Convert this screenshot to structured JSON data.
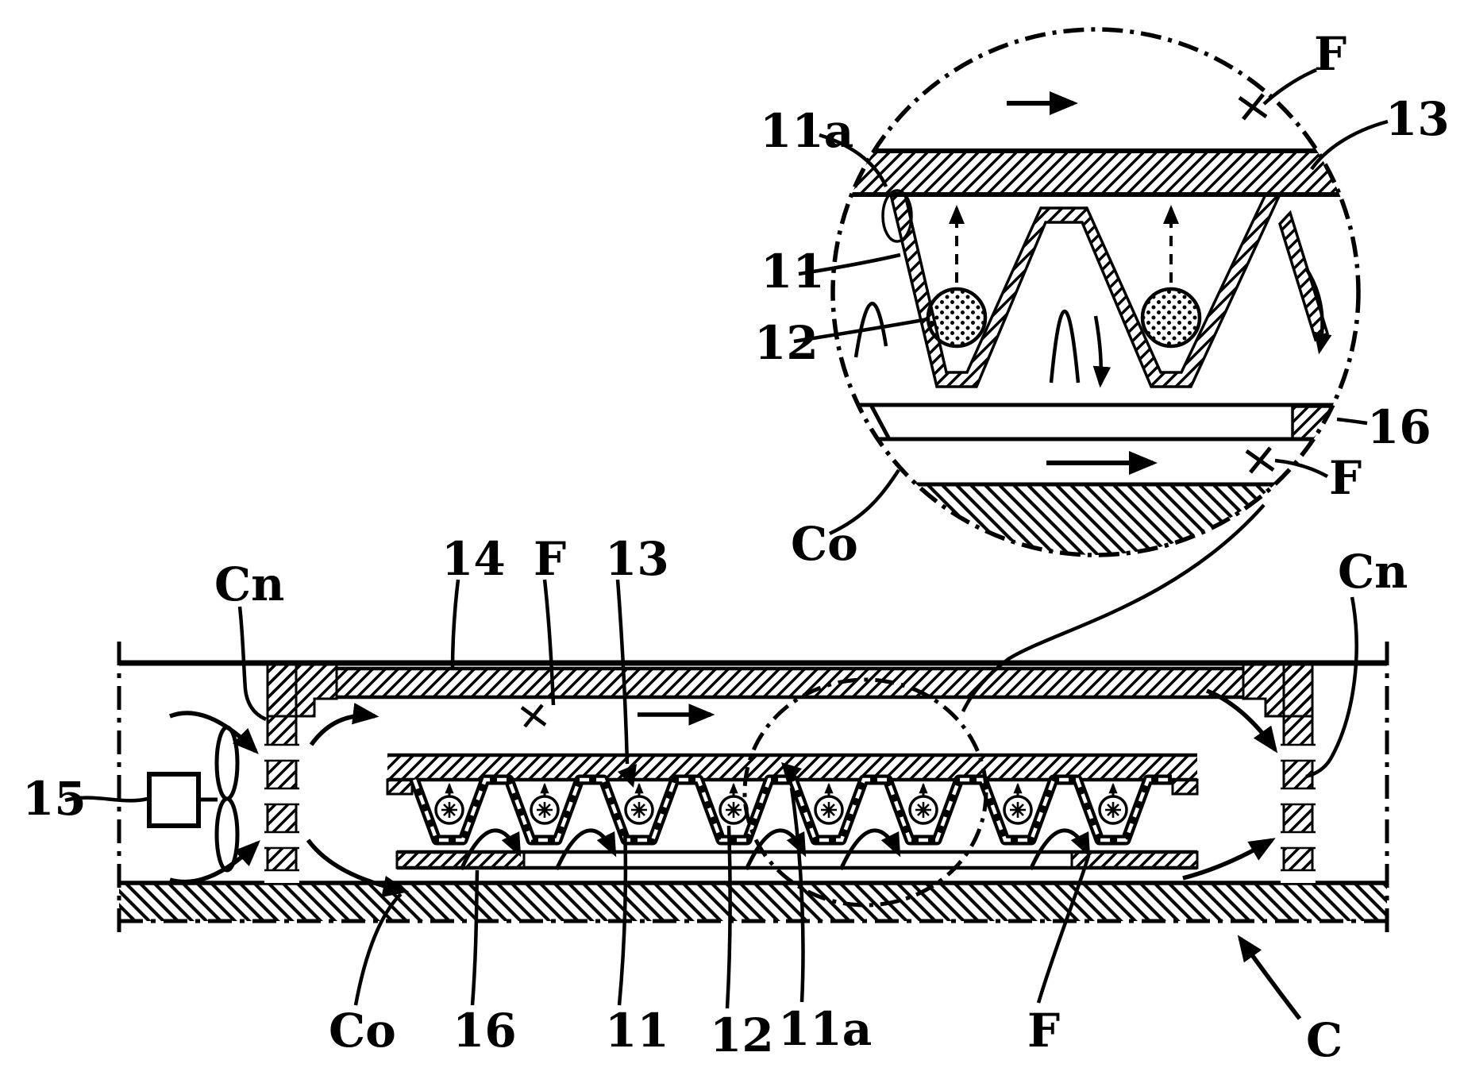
{
  "figure": {
    "kind": "patent-sectional-drawing",
    "colors": {
      "ink": "#000000",
      "paper": "#ffffff"
    },
    "detail_view": {
      "description": "magnified dash-dot circle of heater tray",
      "labels": {
        "part_11a": "11a",
        "part_11": "11",
        "part_12": "12",
        "part_13": "13",
        "part_16": "16",
        "flow_f_top": "F",
        "flow_f_bottom": "F",
        "flow_co": "Co"
      }
    },
    "main_view": {
      "description": "full cross-section of heating appliance",
      "labels": {
        "duct_cn_left": "Cn",
        "part_14": "14",
        "flow_f_top": "F",
        "part_13": "13",
        "duct_cn_right": "Cn",
        "part_15": "15",
        "flow_co": "Co",
        "part_16": "16",
        "part_11": "11",
        "part_12": "12",
        "part_11a": "11a",
        "flow_f_bottom": "F",
        "enclosure_c": "C"
      }
    }
  }
}
